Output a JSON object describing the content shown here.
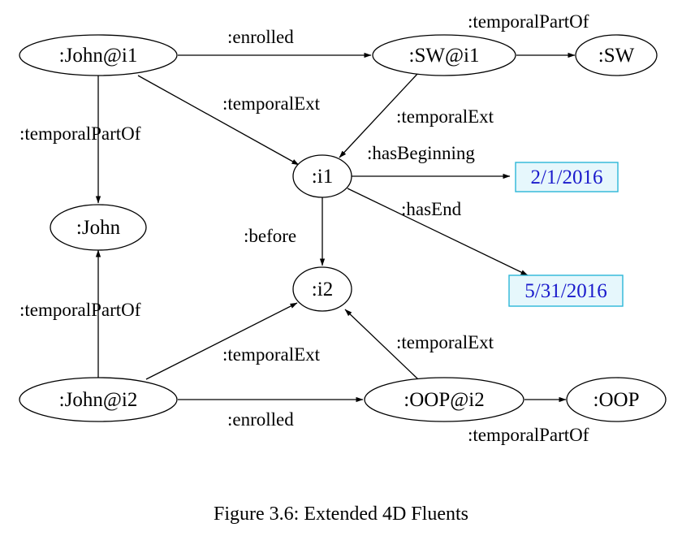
{
  "nodes": {
    "john_i1": ":John@i1",
    "sw_i1": ":SW@i1",
    "sw": ":SW",
    "i1": ":i1",
    "john": ":John",
    "i2": ":i2",
    "john_i2": ":John@i2",
    "oop_i2": ":OOP@i2",
    "oop": ":OOP"
  },
  "literals": {
    "begin_date": "2/1/2016",
    "end_date": "5/31/2016"
  },
  "edges": {
    "enrolled_top": ":enrolled",
    "temporalPartOf_sw": ":temporalPartOf",
    "temporalExt_john_i1": ":temporalExt",
    "temporalExt_sw_i1": ":temporalExt",
    "temporalPartOf_john_i1": ":temporalPartOf",
    "hasBeginning": ":hasBeginning",
    "hasEnd": ":hasEnd",
    "before": ":before",
    "temporalPartOf_john_i2": ":temporalPartOf",
    "temporalExt_john_i2": ":temporalExt",
    "temporalExt_oop_i2": ":temporalExt",
    "enrolled_bottom": ":enrolled",
    "temporalPartOf_oop": ":temporalPartOf"
  },
  "caption": "Figure 3.6: Extended 4D Fluents",
  "colors": {
    "literal_text": "#1a1acc",
    "literal_border": "#2bb7d8",
    "literal_fill": "#e6f7fc"
  }
}
